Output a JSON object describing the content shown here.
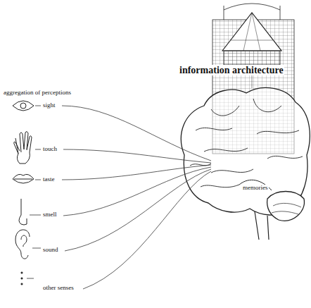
{
  "diagram": {
    "labels": [
      "information architecture",
      "aggregation of perceptions",
      "sight",
      "touch",
      "taste",
      "smell",
      "sound",
      "other senses",
      "memories"
    ]
  }
}
